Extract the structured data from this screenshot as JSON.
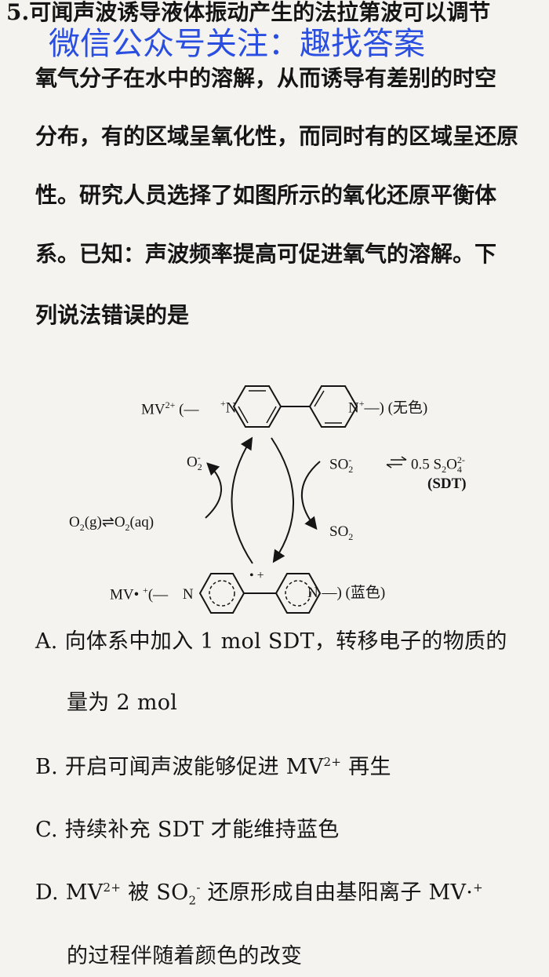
{
  "question": {
    "number": "5.",
    "lines": [
      "可闻声波诱导液体振动产生的法拉第波可以调节",
      "氧气分子在水中的溶解，从而诱导有差别的时空",
      "分布，有的区域呈氧化性，而同时有的区域呈还原",
      "性。研究人员选择了如图所示的氧化还原平衡体",
      "系。已知：声波频率提高可促进氧气的溶解。下",
      "列说法错误的是"
    ]
  },
  "watermark": "微信公众号关注：趣找答案",
  "diagram": {
    "mv2_label": "MV",
    "mv2_charge": "2+",
    "mv2_left": "(—",
    "mv2_n_left_charge": "+",
    "n": "N",
    "mv2_n_right_charge": "+",
    "mv2_right": "—) (无色)",
    "mvr_label": "MV• ",
    "mvr_charge": "+",
    "mvr_left": "(—",
    "mvr_center": "• +",
    "mvr_right": "—) (蓝色)",
    "o2_minus": "O",
    "o2_minus_sub": "2",
    "o2_minus_sup": "-",
    "o2g": "O",
    "o2g_sub": "2",
    "o2g_state": "(g)",
    "eq_arrow": "⇌",
    "o2aq": "O",
    "o2aq_sub": "2",
    "o2aq_state": "(aq)",
    "so2_minus": "SO",
    "so2_minus_sub": "2",
    "so2_minus_sup": "-",
    "sdt_coef": "0.5 S",
    "sdt_sub1": "2",
    "sdt_o": "O",
    "sdt_sub2": "4",
    "sdt_sup": "2-",
    "sdt_name": "(SDT)",
    "so2": "SO",
    "so2_sub": "2"
  },
  "options": {
    "A": [
      "A. 向体系中加入 1 mol SDT，转移电子的物质的",
      "量为 2 mol"
    ],
    "B_pre": "B. 开启可闻声波能够促进 MV",
    "B_sup": "2+",
    "B_post": " 再生",
    "C": "C. 持续补充 SDT 才能维持蓝色",
    "D_pre": "D. MV",
    "D_sup": "2+",
    "D_mid": " 被 SO",
    "D_sub": "2",
    "D_sup2": "-",
    "D_post": " 还原形成自由基阳离子 MV·",
    "D_sup3": "+",
    "D_line2": "的过程伴随着颜色的改变"
  }
}
